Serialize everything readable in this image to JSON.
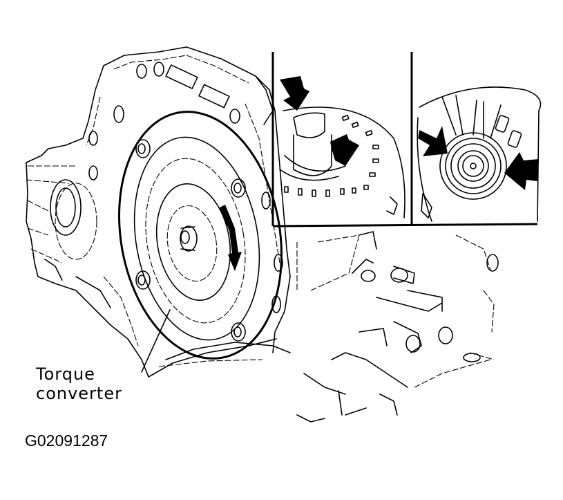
{
  "diagram": {
    "type": "technical-illustration",
    "subject": "Automatic transaxle with torque converter installed",
    "callouts": [
      {
        "id": "torque-converter",
        "label_line1": "Torque",
        "label_line2": "converter"
      }
    ],
    "figure_id": "G02091287",
    "insets": [
      {
        "id": "inset-left",
        "description": "Torque converter hub with two arrows indicating alignment points"
      },
      {
        "id": "inset-right",
        "description": "Oil pump drive gear with two arrows indicating engagement"
      }
    ],
    "rotation_arrow": "clockwise",
    "colors": {
      "line": "#000000",
      "background": "#ffffff"
    }
  }
}
